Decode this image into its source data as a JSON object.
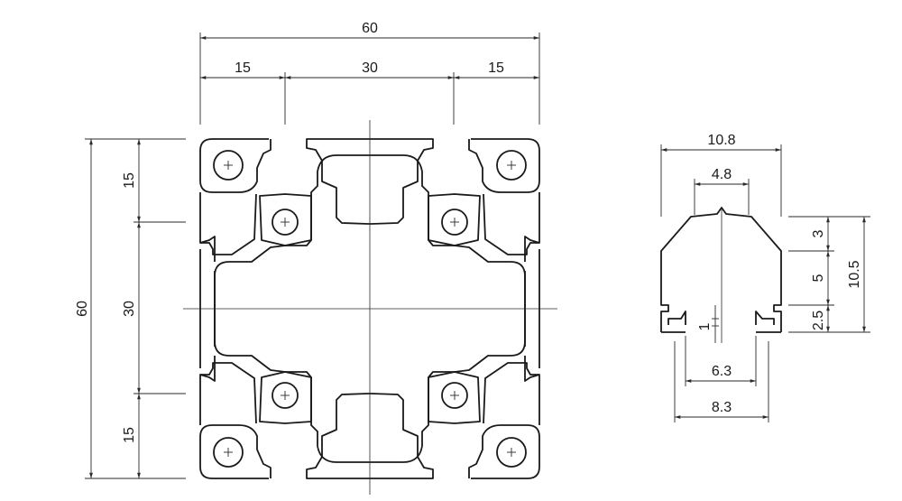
{
  "main_profile": {
    "overall_width": "60",
    "width_left": "15",
    "width_middle": "30",
    "width_right": "15",
    "overall_height": "60",
    "height_top": "15",
    "height_middle": "30",
    "height_bottom": "15"
  },
  "slot_detail": {
    "top_width": "10.8",
    "neck_width": "4.8",
    "head_height": "3",
    "body_height": "5",
    "lip_height": "2.5",
    "total_height": "10.5",
    "lip_step": "1",
    "opening_width": "6.3",
    "base_width": "8.3"
  },
  "colors": {
    "line": "#1a1a1a",
    "background": "#ffffff"
  }
}
